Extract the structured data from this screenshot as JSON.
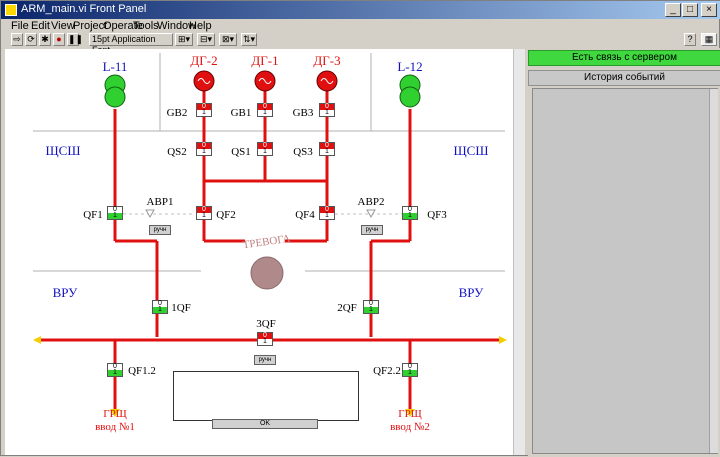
{
  "window": {
    "title": "ARM_main.vi Front Panel"
  },
  "menu": [
    "File",
    "Edit",
    "View",
    "Project",
    "Operate",
    "Tools",
    "Window",
    "Help"
  ],
  "toolbar": {
    "font_select": "15pt Application Font"
  },
  "side": {
    "connect_label": "Есть связь с сервером",
    "history_label": "История событий"
  },
  "diagram": {
    "sources": {
      "l11": "L-11",
      "dg2": "ДГ-2",
      "dg1": "ДГ-1",
      "dg3": "ДГ-3",
      "l12": "L-12"
    },
    "breakers": {
      "gb2": "GB2",
      "gb1": "GB1",
      "gb3": "GB3",
      "qs2": "QS2",
      "qs1": "QS1",
      "qs3": "QS3",
      "qf1": "QF1",
      "qf2": "QF2",
      "qf4": "QF4",
      "qf3": "QF3",
      "qf_1": "1QF",
      "qf_2": "2QF",
      "qf_3": "3QF",
      "qf12": "QF1.2",
      "qf22": "QF2.2"
    },
    "sections": {
      "shsh_left": "ЩСШ",
      "shsh_right": "ЩСШ",
      "vru_left": "ВРУ",
      "vru_right": "ВРУ"
    },
    "avr": {
      "avr1": "АВР1",
      "avr2": "АВР2"
    },
    "manual_label": "ручн",
    "alarm": "ТРЕВОГА",
    "outputs": {
      "left_l1": "ГРЩ",
      "left_l2": "ввод №1",
      "right_l1": "ГРЩ",
      "right_l2": "ввод №2"
    },
    "switch_open": "0",
    "switch_closed": "1",
    "ok_label": "OK"
  }
}
